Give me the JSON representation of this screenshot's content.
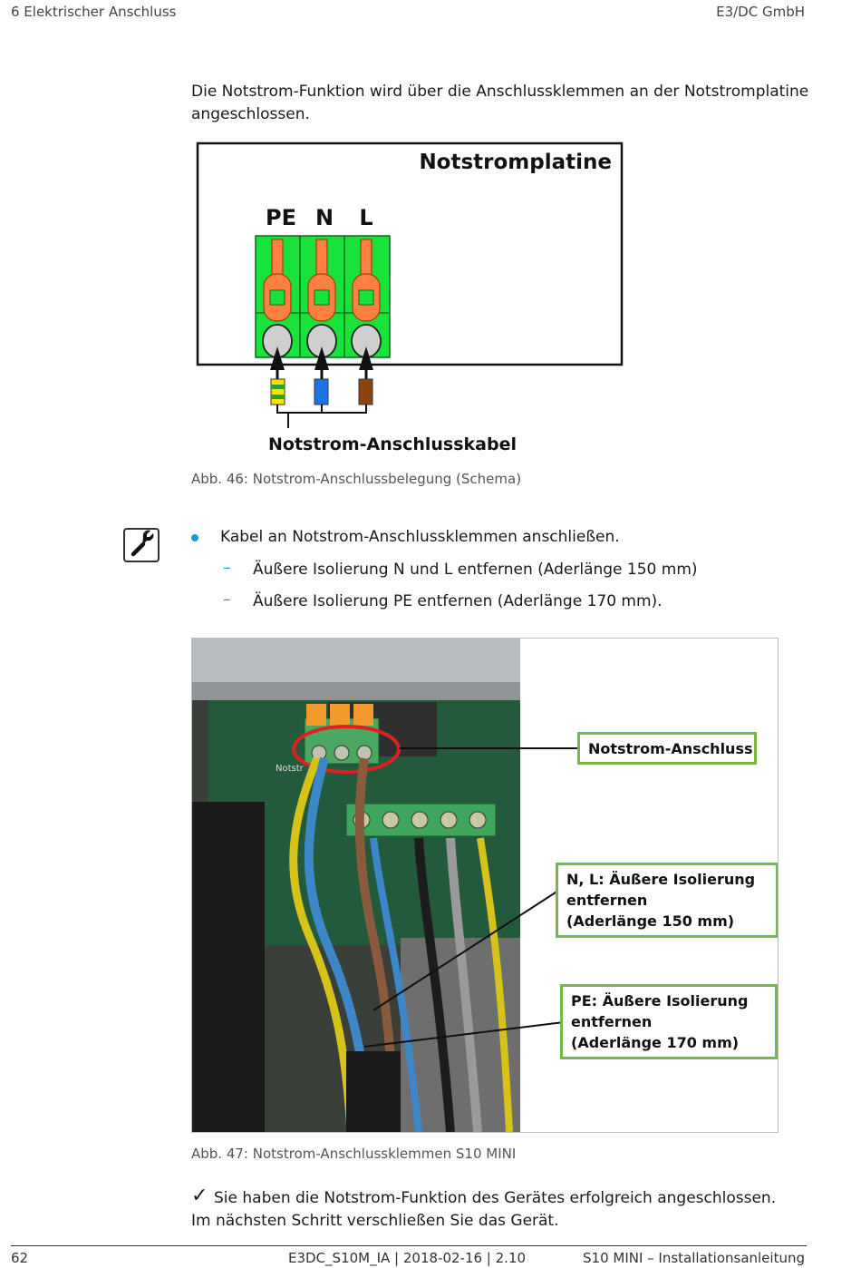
{
  "header": {
    "section": "6   Elektrischer Anschluss",
    "company": "E3/DC GmbH"
  },
  "intro": {
    "line1": "Die Notstrom-Funktion wird über die Anschlussklemmen an der Notstromplatine",
    "line2": "angeschlossen."
  },
  "figure46": {
    "board_title": "Notstromplatine",
    "terminals": [
      "PE",
      "N",
      "L"
    ],
    "cable_label": "Notstrom-Anschlusskabel",
    "caption": "Abb. 46: Notstrom-Anschlussbelegung (Schema)",
    "colors": {
      "terminal_block": "#19e33b",
      "lever": "#ff8040",
      "pe_yellow": "#f5e400",
      "pe_green": "#2aa02a",
      "n_blue": "#1e73e6",
      "l_brown": "#8b4513"
    }
  },
  "instructions": {
    "tool_icon": "wrench-icon",
    "step": "Kabel an Notstrom-Anschlussklemmen anschließen.",
    "substeps": [
      "Äußere Isolierung N und L entfernen (Aderlänge 150 mm)",
      "Äußere Isolierung PE entfernen (Aderlänge 170 mm)."
    ]
  },
  "figure47": {
    "callouts": {
      "connector": [
        "Notstrom-Anschluss"
      ],
      "nl": [
        "N, L: Äußere Isolierung",
        "entfernen",
        "(Aderlänge 150 mm)"
      ],
      "pe": [
        "PE: Äußere Isolierung",
        "entfernen",
        "(Aderlänge 170 mm)"
      ]
    },
    "board_print": "Notstr",
    "caption": "Abb. 47: Notstrom-Anschlussklemmen S10 MINI",
    "colors": {
      "callout_border": "#7ab648",
      "highlight_ring": "#e02020"
    }
  },
  "result": {
    "check_icon": "checkmark-icon",
    "line1": "Sie haben die Notstrom-Funktion des Gerätes erfolgreich angeschlossen.",
    "line2": "Im nächsten Schritt verschließen Sie das Gerät."
  },
  "footer": {
    "page": "62",
    "doc_id": "E3DC_S10M_IA | 2018-02-16 | 2.10",
    "title": "S10 MINI – Installationsanleitung"
  }
}
